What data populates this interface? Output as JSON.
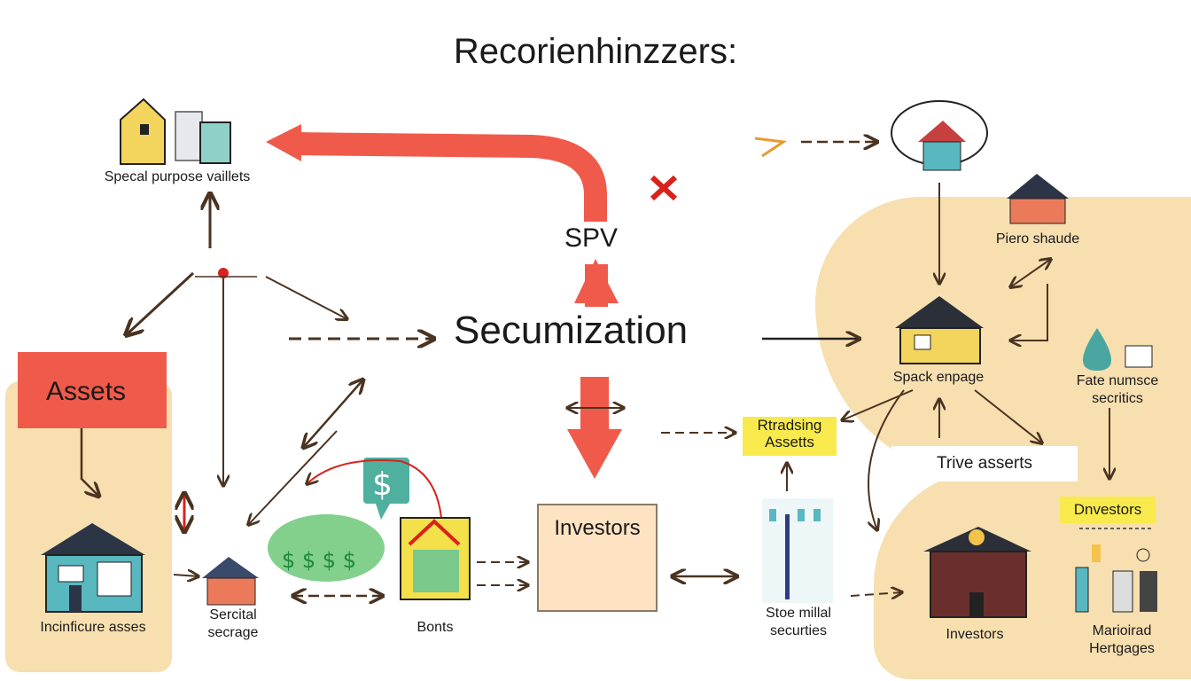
{
  "title": "Recorienhinzzers:",
  "center_label": "Secumization",
  "spv_label": "SPV",
  "nodes": {
    "special_purpose": "Specal purpose vaillets",
    "assets": "Assets",
    "incinficure": "Incinficure asses",
    "sercital": "Sercital secrage",
    "bonts": "Bonts",
    "investors_center": "Investors",
    "rtradsing": "Rtradsing Assetts",
    "stoe_millal": "Stoe millal securties",
    "piero_shaude": "Piero shaude",
    "spack_enpage": "Spack enpage",
    "fate_numsce": "Fate numsce secritics",
    "trive_asserts": "Trive asserts",
    "dnvestors": "Dnvestors",
    "investors_right": "Investors",
    "marioirad": "Marioirad Hertgages"
  },
  "colors": {
    "accent_red": "#ef5a4a",
    "blob": "#f7dfb0",
    "highlight_yellow": "#f8ea4c",
    "arrow": "#4a3320"
  },
  "icons": [
    "house-icon",
    "building-icon",
    "dollar-bubble-icon",
    "money-cloud-icon",
    "tree-house-icon",
    "cross-icon",
    "droplet-icon"
  ]
}
